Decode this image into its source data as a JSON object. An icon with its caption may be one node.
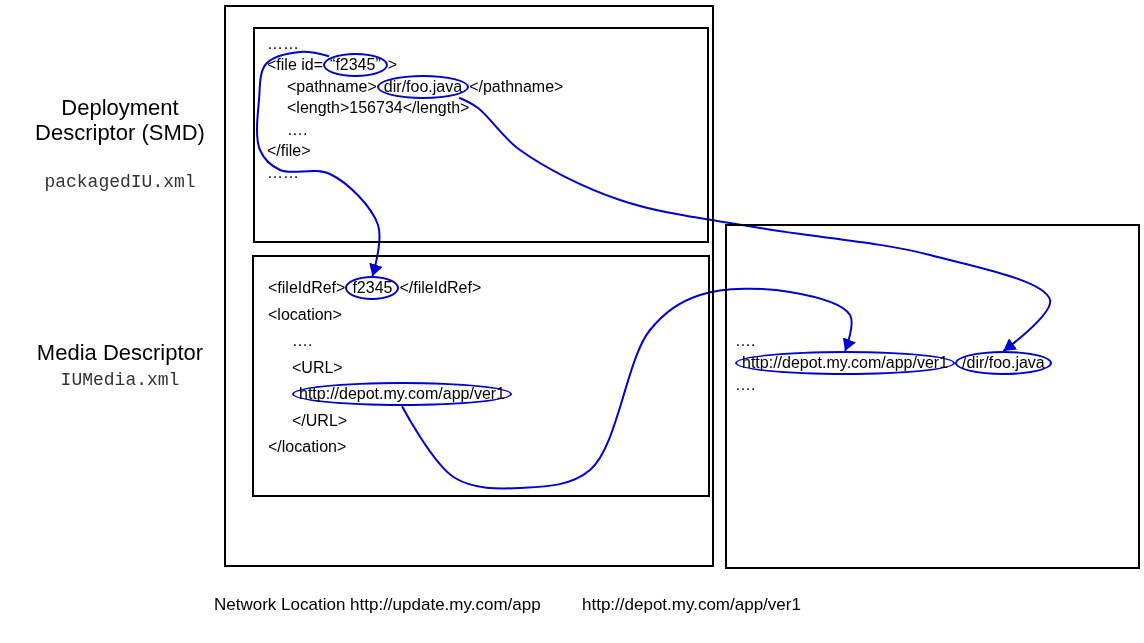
{
  "diagram": {
    "nodes": [
      {
        "text": [],
        "shape": "box",
        "beside": [
          "Network Location http://update.my.com/app"
        ]
      },
      {
        "text": [
          "……",
          "<file id=",
          ">",
          "<pathname>",
          "</pathname>",
          "<length>156734</length>",
          "….",
          "</file>",
          "……"
        ],
        "in": 0
      },
      {
        "text": [
          "“f2345”"
        ],
        "in": 1
      },
      {
        "text": [
          "dir/foo.java"
        ],
        "in": 1
      },
      {
        "text": [
          "<fileIdRef>",
          "</fileIdRef>",
          "<location>",
          "….",
          "<URL>",
          "</URL>",
          "</location>"
        ],
        "in": 0
      },
      {
        "text": [
          "f2345"
        ],
        "in": 4
      },
      {
        "text": [
          "http://depot.my.com/app/ver1"
        ],
        "in": 4
      },
      {
        "text": [
          "….",
          "…."
        ],
        "beside": [
          "http://depot.my.com/app/ver1"
        ]
      },
      {
        "text": [
          "http://depot.my.com/app/ver1"
        ],
        "in": 7
      },
      {
        "text": [
          "/dir/foo.java"
        ],
        "in": 7
      }
    ],
    "edges": [
      {
        "from": 2,
        "to": 5,
        "arrow": "to"
      },
      {
        "from": 3,
        "to": 9,
        "arrow": "to"
      },
      {
        "from": 6,
        "to": 8,
        "arrow": "to"
      }
    ],
    "labels": [
      "Deployment Descriptor (SMD)",
      "packagedIU.xml",
      "Media Descriptor",
      "IUMedia.xml"
    ]
  }
}
